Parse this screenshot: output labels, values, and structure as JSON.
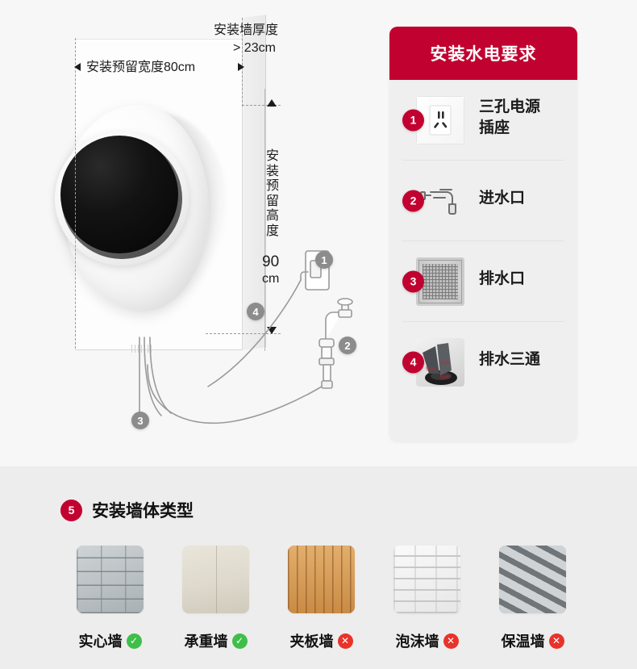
{
  "diagram": {
    "wall_thickness_label": "安装墙厚度\n> 23cm",
    "wall_thickness_line1": "安装墙厚度",
    "wall_thickness_line2": "> 23cm",
    "width_label": "安装预留宽度80cm",
    "height_label": "安装预留高度",
    "height_value": "90",
    "height_unit": "cm",
    "callouts": [
      {
        "id": "1",
        "target": "power-outlet"
      },
      {
        "id": "2",
        "target": "water-inlet-faucet"
      },
      {
        "id": "3",
        "target": "drain-hose"
      },
      {
        "id": "4",
        "target": "wall-edge"
      }
    ]
  },
  "requirements_panel": {
    "title": "安装水电要求",
    "header_color": "#c10230",
    "badge_color": "#c10230",
    "items": [
      {
        "number": "1",
        "label": "三孔电源插座",
        "label_line1": "三孔电源",
        "label_line2": "插座",
        "icon": "wall-socket-icon"
      },
      {
        "number": "2",
        "label": "进水口",
        "label_line1": "进水口",
        "label_line2": "",
        "icon": "faucet-icon"
      },
      {
        "number": "3",
        "label": "排水口",
        "label_line1": "排水口",
        "label_line2": "",
        "icon": "floor-drain-icon"
      },
      {
        "number": "4",
        "label": "排水三通",
        "label_line1": "排水三通",
        "label_line2": "",
        "icon": "drain-tee-icon"
      }
    ]
  },
  "wall_types_section": {
    "number": "5",
    "title": "安装墙体类型",
    "ok_color": "#3fbf4a",
    "no_color": "#e8332a",
    "items": [
      {
        "label": "实心墙",
        "status": "ok",
        "mark": "✓",
        "texture": "solid-brick-wall"
      },
      {
        "label": "承重墙",
        "status": "ok",
        "mark": "✓",
        "texture": "load-bearing-plaster-wall"
      },
      {
        "label": "夹板墙",
        "status": "no",
        "mark": "✕",
        "texture": "plywood-wall"
      },
      {
        "label": "泡沫墙",
        "status": "no",
        "mark": "✕",
        "texture": "foam-brick-wall"
      },
      {
        "label": "保温墙",
        "status": "no",
        "mark": "✕",
        "texture": "insulation-panel-wall"
      }
    ]
  }
}
